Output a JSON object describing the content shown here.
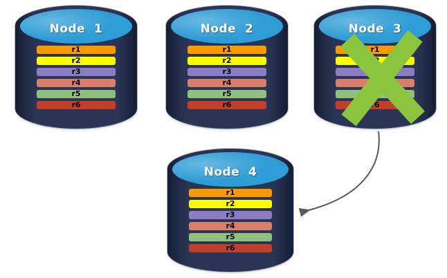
{
  "diagram": {
    "nodes": [
      {
        "id": "node-1",
        "label": "Node  1"
      },
      {
        "id": "node-2",
        "label": "Node  2"
      },
      {
        "id": "node-3",
        "label": "Node  3",
        "x_marked": true
      },
      {
        "id": "node-4",
        "label": "Node  4"
      }
    ],
    "replica_rows": [
      {
        "label": "r1",
        "color": "#F99B00"
      },
      {
        "label": "r2",
        "color": "#FFFF00"
      },
      {
        "label": "r3",
        "color": "#8B7CC4"
      },
      {
        "label": "r4",
        "color": "#D97E6C"
      },
      {
        "label": "r5",
        "color": "#8FC17C"
      },
      {
        "label": "r6",
        "color": "#C43F27"
      }
    ],
    "colors": {
      "background": "#FFFFFF",
      "cylinder_body": "#1F2A4C",
      "cylinder_top": "#2E9CD6",
      "x_mark": "#8BC53F",
      "arrow": "#595959"
    },
    "arrow": {
      "from": "Node 3",
      "to": "Node 4"
    }
  }
}
